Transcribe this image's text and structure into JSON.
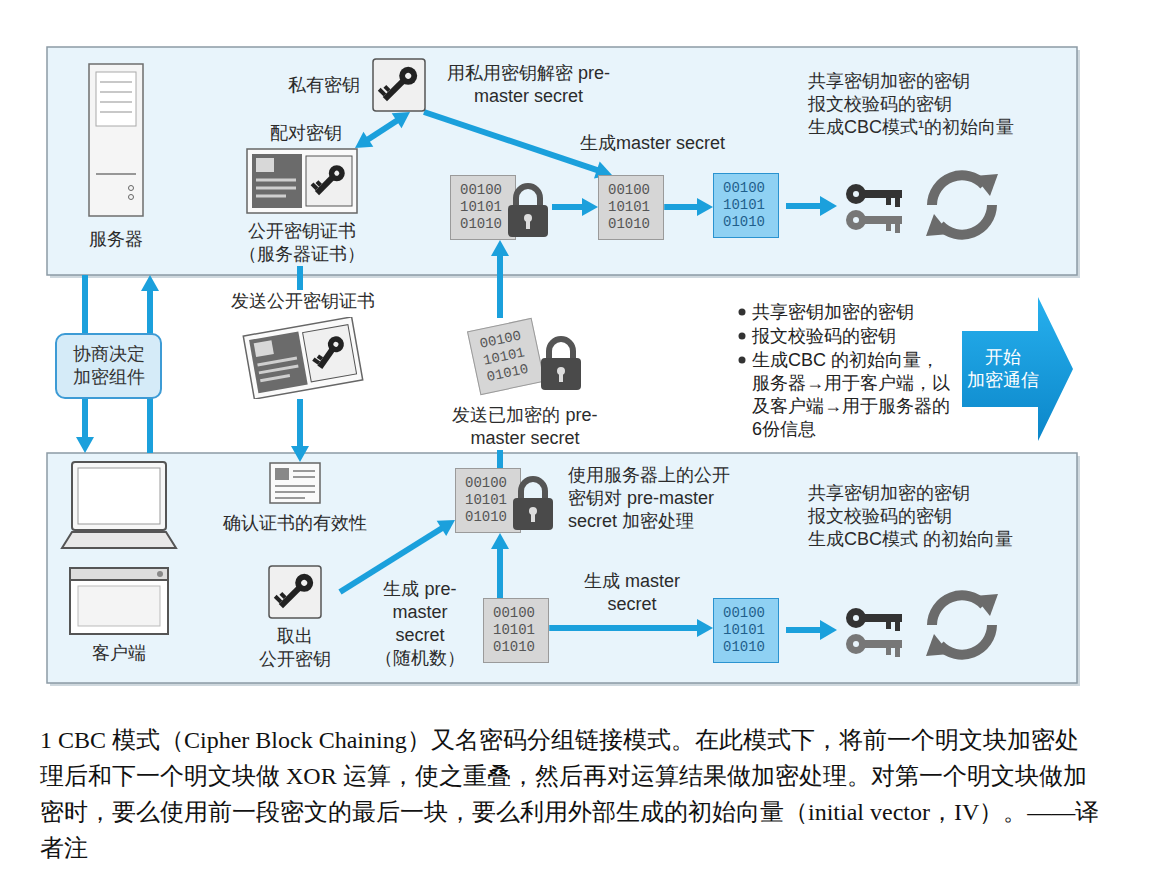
{
  "diagram": {
    "caption": "1 CBC 模式（Cipher Block Chaining）又名密码分组链接模式。在此模式下，将前一个明文块加密处理后和下一个明文块做 XOR 运算，使之重叠，然后再对运算结果做加密处理。对第一个明文块做加密时，要么使用前一段密文的最后一块，要么利用外部生成的初始向量（initial vector，IV）。——译者注",
    "nodes": [
      {
        "text": [
          "用私用密钥解密 pre-master secret",
          "配对密钥",
          "生成master secret",
          "共享密钥加密的密钥 报文校验码的密钥 生成CBC模式¹的初始向量"
        ]
      },
      {
        "text": [
          "服务器"
        ],
        "in": 0
      },
      {
        "text": [
          "私有密钥"
        ],
        "in": 0
      },
      {
        "text": [
          "公开密钥证书 （服务器证书）"
        ],
        "in": 0
      },
      {
        "text": [
          "00100 10101 01010"
        ],
        "in": 0
      },
      {
        "text": [
          "00100 10101 01010"
        ],
        "in": 0
      },
      {
        "text": [
          "00100 10101 01010"
        ],
        "in": 0
      },
      {
        "text": [
          "协商决定 加密组件"
        ]
      },
      {
        "text": [
          "发送公开密钥证书"
        ]
      },
      {
        "text": [
          "00100 10101 01010",
          "发送已加密的 pre-master secret"
        ]
      },
      {
        "text": [
          "开始 加密通信"
        ]
      },
      {
        "text": [
          "生成 pre-master secret （随机数）",
          "使用服务器上的公开 密钥对 pre-master secret 加密处理",
          "生成 master secret",
          "共享密钥加密的密钥 报文校验码的密钥 生成CBC模式 的初始向量"
        ]
      },
      {
        "text": [
          "客户端"
        ],
        "in": 11
      },
      {
        "text": [
          "确认证书的有效性"
        ],
        "in": 11
      },
      {
        "text": [
          "取出 公开密钥"
        ],
        "in": 11
      },
      {
        "text": [
          "00100 10101 01010"
        ],
        "in": 11
      },
      {
        "text": [
          "00100 10101 01010"
        ],
        "in": 11
      },
      {
        "text": [
          "00100 10101 01010"
        ],
        "in": 11
      }
    ],
    "edges": [
      {
        "from": 0,
        "to": 11,
        "arrow": "to"
      },
      {
        "from": 11,
        "to": 0,
        "arrow": "to"
      },
      {
        "from": 2,
        "to": 3,
        "arrow": "both"
      },
      {
        "from": 2,
        "to": 5,
        "arrow": "to"
      },
      {
        "from": 4,
        "to": 5,
        "arrow": "to"
      },
      {
        "from": 5,
        "to": 6,
        "arrow": "to"
      },
      {
        "from": 3,
        "to": 8,
        "arrow": "none"
      },
      {
        "from": 8,
        "to": 13,
        "arrow": "to"
      },
      {
        "from": 15,
        "to": 9,
        "arrow": "none"
      },
      {
        "from": 9,
        "to": 4,
        "arrow": "to"
      },
      {
        "from": 16,
        "to": 15,
        "arrow": "to"
      },
      {
        "from": 14,
        "to": 15,
        "arrow": "to"
      },
      {
        "from": 16,
        "to": 17,
        "arrow": "to"
      }
    ],
    "labels": [
      "共享密钥加密的密钥",
      "报文校验码的密钥",
      "生成CBC 的初始向量，服务器→用于客户端，以及客户端→用于服务器的6份信息"
    ]
  }
}
